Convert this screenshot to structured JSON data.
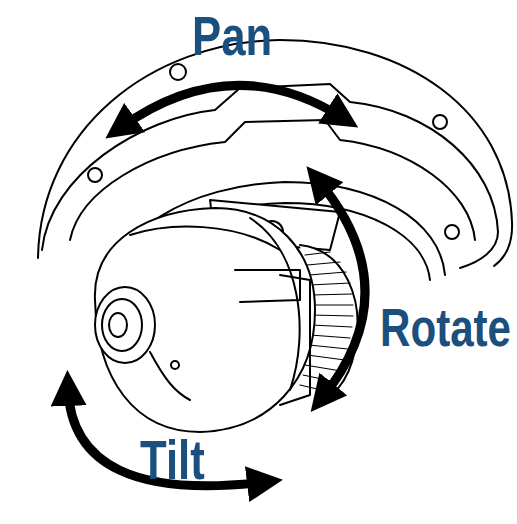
{
  "diagram": {
    "labels": [
      "Pan",
      "Rotate",
      "Tilt"
    ]
  }
}
